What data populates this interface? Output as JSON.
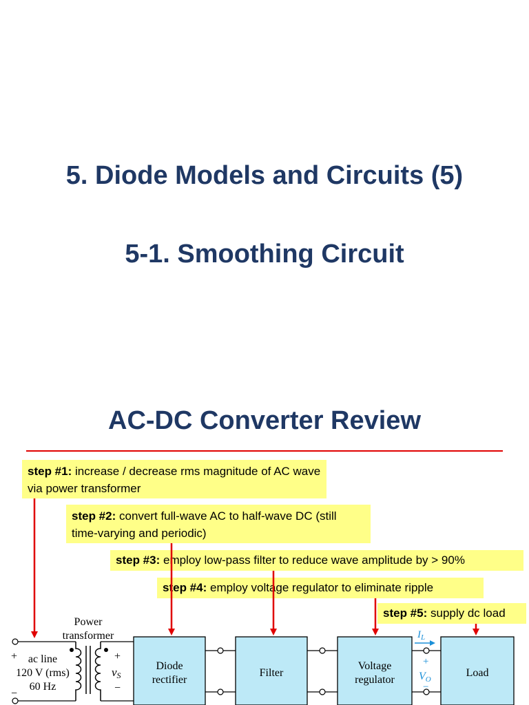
{
  "titles": {
    "main": "5. Diode Models and Circuits (5)",
    "section": "5-1. Smoothing Circuit",
    "slide": "AC-DC Converter Review"
  },
  "steps": [
    {
      "label": "step #1:",
      "text": "increase / decrease rms magnitude of AC wave via power transformer"
    },
    {
      "label": "step #2:",
      "text": "convert full-wave AC to half-wave DC (still time-varying and periodic)"
    },
    {
      "label": "step #3:",
      "text": "employ low-pass filter to reduce wave amplitude by > 90%"
    },
    {
      "label": "step #4:",
      "text": "employ voltage regulator to eliminate ripple"
    },
    {
      "label": "step #5:",
      "text": "supply dc load"
    }
  ],
  "diagram": {
    "source": {
      "line1": "ac line",
      "line2": "120 V (rms)",
      "line3": "60 Hz",
      "plus": "+",
      "minus": "−"
    },
    "transformer": {
      "line1": "Power",
      "line2": "transformer",
      "vs": "v",
      "vs_sub": "S",
      "plus": "+",
      "minus": "−"
    },
    "blocks": {
      "rectifier": [
        "Diode",
        "rectifier"
      ],
      "filter": "Filter",
      "regulator": [
        "Voltage",
        "regulator"
      ],
      "load": "Load"
    },
    "output": {
      "il": "I",
      "il_sub": "L",
      "vo": "V",
      "vo_sub": "O",
      "plus": "+",
      "minus": "−"
    }
  },
  "colors": {
    "title": "#1f3864",
    "arrow": "#e00000",
    "callout": "#ffff88",
    "block_fill": "#bde9f7",
    "accent_blue": "#1a8fd8"
  }
}
